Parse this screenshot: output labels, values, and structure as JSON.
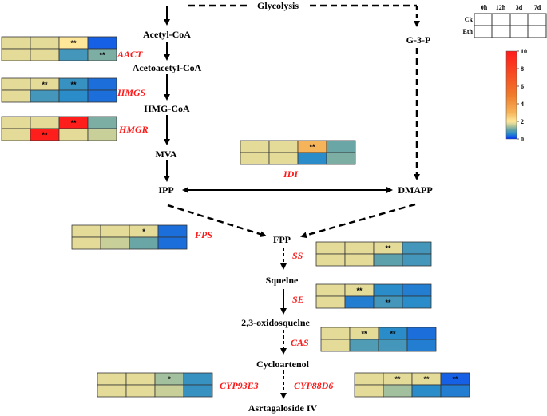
{
  "colors": {
    "scale": [
      "#0033ff",
      "#2a8cc8",
      "#6aa6a6",
      "#c8cf98",
      "#ffe79a",
      "#f6b45a",
      "#f07a2a",
      "#ff1a1a"
    ],
    "gene_label": "#ff1a1a",
    "grid": "#333333"
  },
  "metabolites": {
    "glycolysis": "Glycolysis",
    "acetyl_coa": "Acetyl-CoA",
    "acetoacetyl_coa": "Acetoacetyl-CoA",
    "hmg_coa": "HMG-CoA",
    "mva": "MVA",
    "ipp": "IPP",
    "g3p": "G-3-P",
    "dmapp": "DMAPP",
    "fpp": "FPP",
    "squalene": "Squelne",
    "oxidosqualene": "2,3-oxidosquelne",
    "cycloartenol": "Cycloartenol",
    "astragaloside": "Asrtagaloside IV"
  },
  "legend": {
    "columns": [
      "0h",
      "12h",
      "3d",
      "7d"
    ],
    "rows": [
      "Ck",
      "Eth"
    ],
    "colorbar_ticks": [
      "10",
      "8",
      "6",
      "4",
      "2",
      "0"
    ],
    "colorbar_range": [
      0,
      10
    ]
  },
  "heatmaps": [
    {
      "gene": "AACT",
      "rows": [
        [
          1.8,
          1.8,
          2.0,
          0.3
        ],
        [
          1.8,
          1.8,
          0.8,
          1.2
        ]
      ],
      "sig": [
        [
          "",
          "",
          "**",
          ""
        ],
        [
          "",
          "",
          "",
          "**"
        ]
      ]
    },
    {
      "gene": "HMGS",
      "rows": [
        [
          1.8,
          1.8,
          0.7,
          0.4
        ],
        [
          1.8,
          0.8,
          0.6,
          0.4
        ]
      ],
      "sig": [
        [
          "",
          "**",
          "**",
          ""
        ],
        [
          "",
          "",
          "",
          ""
        ]
      ]
    },
    {
      "gene": "HMGR",
      "rows": [
        [
          1.8,
          1.8,
          9.8,
          1.2
        ],
        [
          1.8,
          9.8,
          1.8,
          1.6
        ]
      ],
      "sig": [
        [
          "",
          "",
          "**",
          ""
        ],
        [
          "",
          "**",
          "",
          ""
        ]
      ]
    },
    {
      "gene": "IDI",
      "rows": [
        [
          1.8,
          1.8,
          3.0,
          1.1
        ],
        [
          1.8,
          1.8,
          0.6,
          1.2
        ]
      ],
      "sig": [
        [
          "",
          "",
          "**",
          ""
        ],
        [
          "",
          "",
          "",
          ""
        ]
      ]
    },
    {
      "gene": "FPS",
      "rows": [
        [
          1.8,
          1.8,
          1.8,
          0.4
        ],
        [
          1.8,
          1.6,
          1.1,
          0.4
        ]
      ],
      "sig": [
        [
          "",
          "",
          "*",
          ""
        ],
        [
          "",
          "",
          "",
          ""
        ]
      ]
    },
    {
      "gene": "SS",
      "rows": [
        [
          1.8,
          1.8,
          1.8,
          0.8
        ],
        [
          1.8,
          1.8,
          1.0,
          0.8
        ]
      ],
      "sig": [
        [
          "",
          "",
          "**",
          ""
        ],
        [
          "",
          "",
          "",
          ""
        ]
      ]
    },
    {
      "gene": "SE",
      "rows": [
        [
          1.8,
          1.8,
          0.6,
          0.5
        ],
        [
          1.8,
          0.5,
          0.8,
          0.6
        ]
      ],
      "sig": [
        [
          "",
          "**",
          "",
          ""
        ],
        [
          "",
          "",
          "**",
          ""
        ]
      ]
    },
    {
      "gene": "CAS",
      "rows": [
        [
          1.8,
          1.8,
          0.6,
          0.4
        ],
        [
          1.8,
          0.9,
          0.8,
          0.5
        ]
      ],
      "sig": [
        [
          "",
          "**",
          "**",
          ""
        ],
        [
          "",
          "",
          "",
          ""
        ]
      ]
    },
    {
      "gene": "CYP93E3",
      "rows": [
        [
          1.8,
          1.8,
          1.4,
          0.7
        ],
        [
          1.8,
          1.8,
          1.6,
          0.7
        ]
      ],
      "sig": [
        [
          "",
          "",
          "*",
          ""
        ],
        [
          "",
          "",
          "",
          ""
        ]
      ]
    },
    {
      "gene": "CYP88D6",
      "rows": [
        [
          1.8,
          1.8,
          1.8,
          0.3
        ],
        [
          1.8,
          1.4,
          0.6,
          0.5
        ]
      ],
      "sig": [
        [
          "",
          "**",
          "**",
          "**"
        ],
        [
          "",
          "",
          "",
          ""
        ]
      ]
    }
  ]
}
